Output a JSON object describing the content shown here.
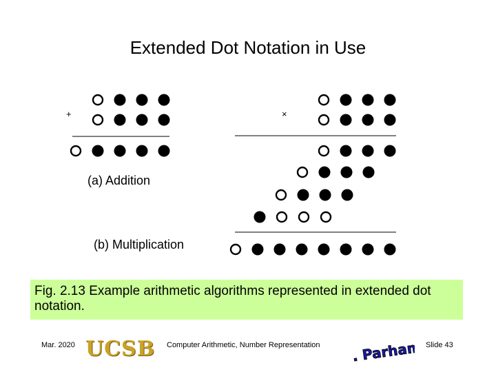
{
  "slide": {
    "title": "Extended Dot Notation in Use",
    "label_addition": "(a) Addition",
    "label_multiplication": "(b) Multiplication",
    "symbol_plus": "+",
    "symbol_times": "×",
    "caption": "Fig. 2.13     Example arithmetic algorithms represented in extended dot notation.",
    "footer_date": "Mar. 2020",
    "footer_org": "UCSB",
    "footer_center": "Computer Arithmetic, Number Representation",
    "footer_author": "B. Parhami",
    "footer_slide": "Slide 43"
  },
  "diagram": {
    "addition": {
      "operands": [
        [
          "o",
          "f",
          "f",
          "f"
        ],
        [
          "o",
          "f",
          "f",
          "f"
        ]
      ],
      "result": [
        "o",
        "f",
        "f",
        "f",
        "f"
      ]
    },
    "multiplication": {
      "operands": [
        [
          "o",
          "f",
          "f",
          "f"
        ],
        [
          "o",
          "f",
          "f",
          "f"
        ]
      ],
      "partial_products": [
        [
          "o",
          "f",
          "f",
          "f"
        ],
        [
          "o",
          "f",
          "f",
          "f"
        ],
        [
          "o",
          "f",
          "f",
          "f"
        ],
        [
          "f",
          "o",
          "o",
          "o"
        ]
      ],
      "result": [
        "o",
        "f",
        "f",
        "f",
        "f",
        "f",
        "f",
        "f"
      ]
    }
  }
}
